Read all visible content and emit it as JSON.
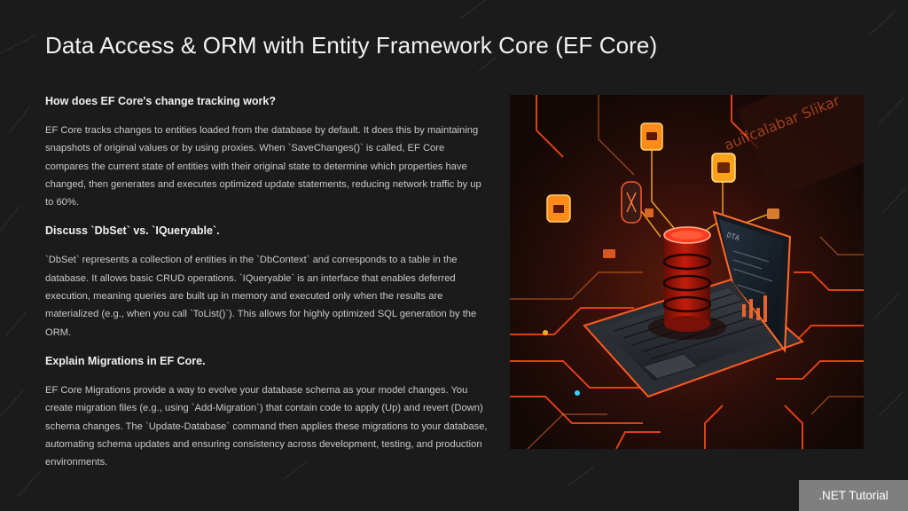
{
  "slide": {
    "title": "Data Access & ORM with Entity Framework Core (EF Core)",
    "sections": [
      {
        "question": "How does EF Core's change tracking work?",
        "answer": "EF Core tracks changes to entities loaded from the database by default. It does this by maintaining snapshots of original values or by using proxies. When `SaveChanges()` is called, EF Core compares the current state of entities with their original state to determine which properties have changed, then generates and executes optimized update statements, reducing network traffic by up to 60%."
      },
      {
        "question": "Discuss `DbSet` vs. `IQueryable`.",
        "answer": "`DbSet` represents a collection of entities in the `DbContext` and corresponds to a table in the database. It allows basic CRUD operations. `IQueryable` is an interface that enables deferred execution, meaning queries are built up in memory and executed only when the results are materialized (e.g., when you call `ToList()`). This allows for highly optimized SQL generation by the ORM."
      },
      {
        "question": "Explain Migrations in EF Core.",
        "answer": "EF Core Migrations provide a way to evolve your database schema as your model changes. You create migration files (e.g., using `Add-Migration`) that contain code to apply (Up) and revert (Down) schema changes. The `Update-Database` command then applies these migrations to your database, automating schema updates and ensuring consistency across development, testing, and production environments."
      }
    ],
    "image_text": {
      "sign": "auifcalabar Slikar",
      "screen_label": "DTA"
    },
    "footer_badge": ".NET Tutorial"
  },
  "colors": {
    "background": "#1b1b1c",
    "accent": "#ff5a1f",
    "badge": "#7f7f7f"
  }
}
